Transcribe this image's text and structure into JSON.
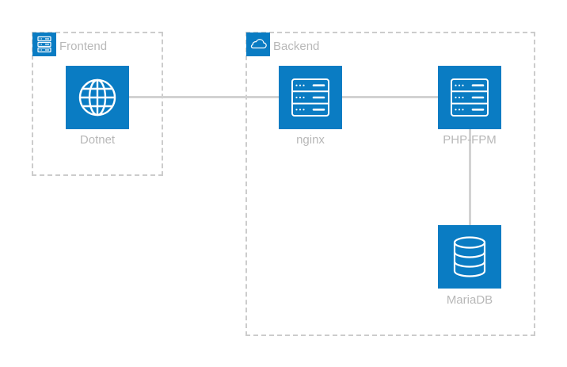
{
  "groups": {
    "frontend": {
      "label": "Frontend",
      "icon": "server-rack-icon"
    },
    "backend": {
      "label": "Backend",
      "icon": "cloud-icon"
    }
  },
  "nodes": {
    "dotnet": {
      "label": "Dotnet",
      "icon": "globe-icon"
    },
    "nginx": {
      "label": "nginx",
      "icon": "server-icon"
    },
    "phpfpm": {
      "label": "PHP-FPM",
      "icon": "server-icon"
    },
    "mariadb": {
      "label": "MariaDB",
      "icon": "database-icon"
    }
  },
  "edges": [
    {
      "from": "Dotnet",
      "to": "nginx"
    },
    {
      "from": "nginx",
      "to": "PHP-FPM"
    },
    {
      "from": "PHP-FPM",
      "to": "MariaDB"
    }
  ],
  "colors": {
    "accent": "#0a7cc3",
    "label": "#b8b8b8",
    "group_border": "#cccccc",
    "connector": "#d2d2d2"
  }
}
